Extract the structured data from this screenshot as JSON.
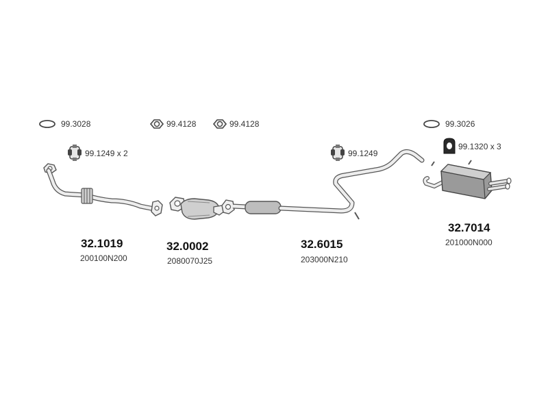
{
  "accessories": [
    {
      "ref": "99.3028",
      "icon": "o-ring-icon"
    },
    {
      "ref": "99.4128",
      "icon": "flange-gasket-icon"
    },
    {
      "ref": "99.4128",
      "icon": "flange-gasket-icon"
    },
    {
      "ref": "99.1249 x 2",
      "icon": "clamp-icon"
    },
    {
      "ref": "99.1249",
      "icon": "clamp-icon"
    },
    {
      "ref": "99.3026",
      "icon": "o-ring-icon"
    },
    {
      "ref": "99.1320 x 3",
      "icon": "hanger-icon"
    }
  ],
  "parts": [
    {
      "number": "32.1019",
      "oem": "200100N200",
      "icon": "front-pipe-icon"
    },
    {
      "number": "32.0002",
      "oem": "2080070J25",
      "icon": "catalytic-converter-icon"
    },
    {
      "number": "32.6015",
      "oem": "203000N210",
      "icon": "centre-pipe-icon"
    },
    {
      "number": "32.7014",
      "oem": "201000N000",
      "icon": "rear-silencer-icon"
    }
  ],
  "colors": {
    "stroke": "#555555",
    "fill_light": "#e8e8e8",
    "fill_mid": "#bdbdbd",
    "fill_dark": "#8c8c8c"
  }
}
